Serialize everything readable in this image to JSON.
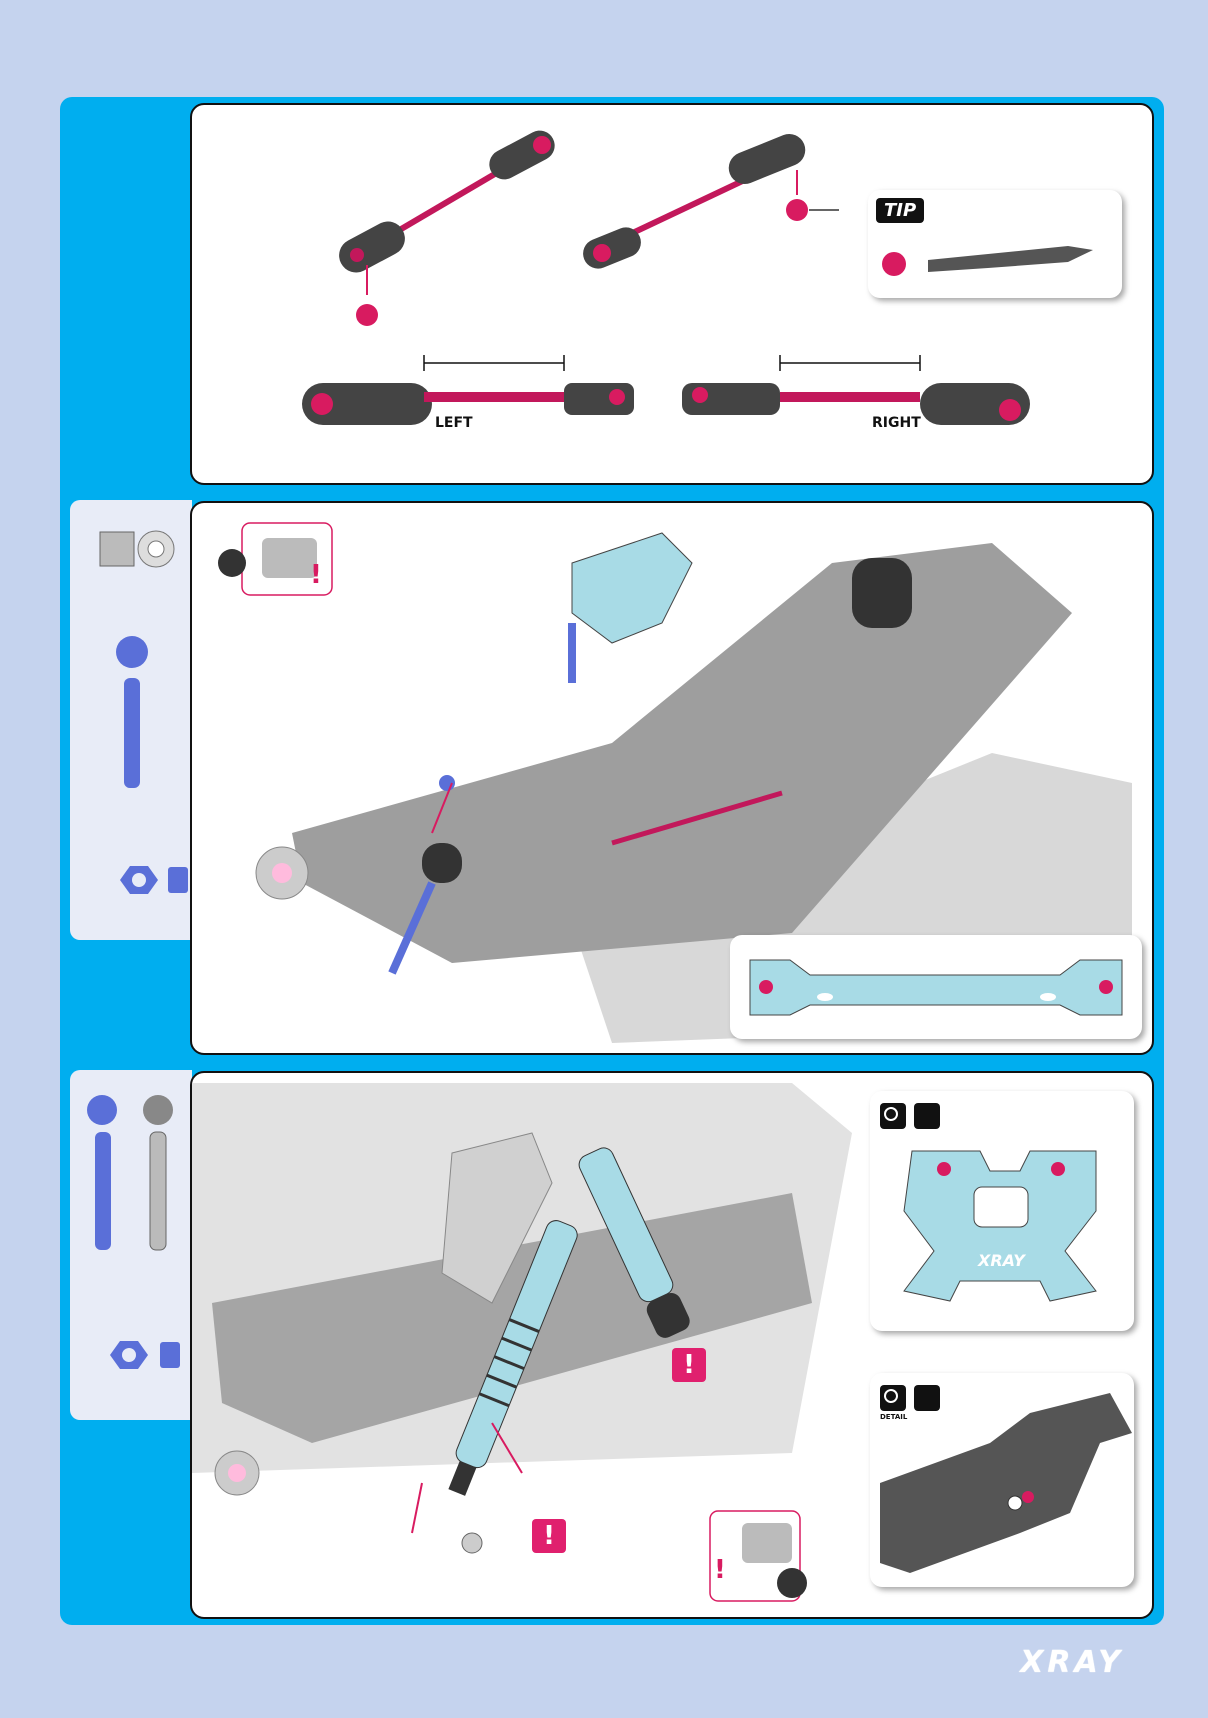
{
  "step1": {
    "left_label": "LEFT",
    "right_label": "RIGHT",
    "tip_label": "TIP"
  },
  "brand": {
    "logo_text": "XRAY"
  },
  "step3": {
    "shock_tower_logo": "XRAY",
    "detail_label": "DETAIL"
  },
  "colors": {
    "frame": "#00aeef",
    "accent": "#e0206e",
    "background": "#c5d3ee",
    "part_blue": "#a8dbe6"
  }
}
